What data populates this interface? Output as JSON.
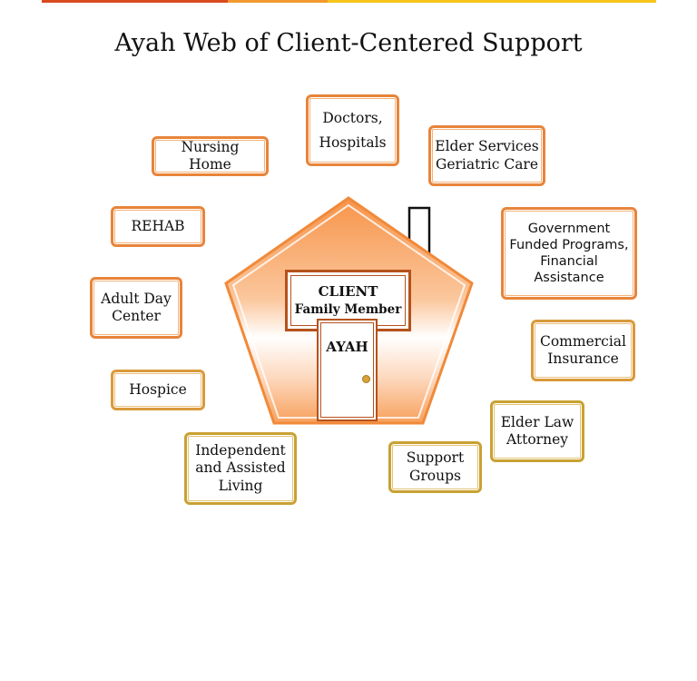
{
  "title": "Ayah Web of Client-Centered Support",
  "colors": {
    "orange_border": "#e8843a",
    "gold_border": "#c9a133",
    "house_outline": "#f08a3a",
    "house_fill_top": "#f7944a",
    "client_border": "#b5521c",
    "bar_red": "#d94a1e",
    "bar_orange": "#f29a2e",
    "bar_yellow": "#f6c51b"
  },
  "house": {
    "client_title": "CLIENT",
    "client_subtitle": "Family Member",
    "door_label": "AYAH"
  },
  "nodes": [
    {
      "id": "doctors",
      "label": "Doctors,\nHospitals"
    },
    {
      "id": "nursing_home",
      "label": "Nursing Home"
    },
    {
      "id": "elder_services",
      "label": "Elder Services\nGeriatric Care"
    },
    {
      "id": "rehab",
      "label": "REHAB"
    },
    {
      "id": "government",
      "label": "Government\nFunded Programs,\nFinancial\nAssistance"
    },
    {
      "id": "adult_day",
      "label": "Adult Day\nCenter"
    },
    {
      "id": "commercial_insurance",
      "label": "Commercial\nInsurance"
    },
    {
      "id": "hospice",
      "label": "Hospice"
    },
    {
      "id": "elder_law",
      "label": "Elder Law\nAttorney"
    },
    {
      "id": "independent",
      "label": "Independent\nand Assisted\nLiving"
    },
    {
      "id": "support_groups",
      "label": "Support\nGroups"
    }
  ]
}
